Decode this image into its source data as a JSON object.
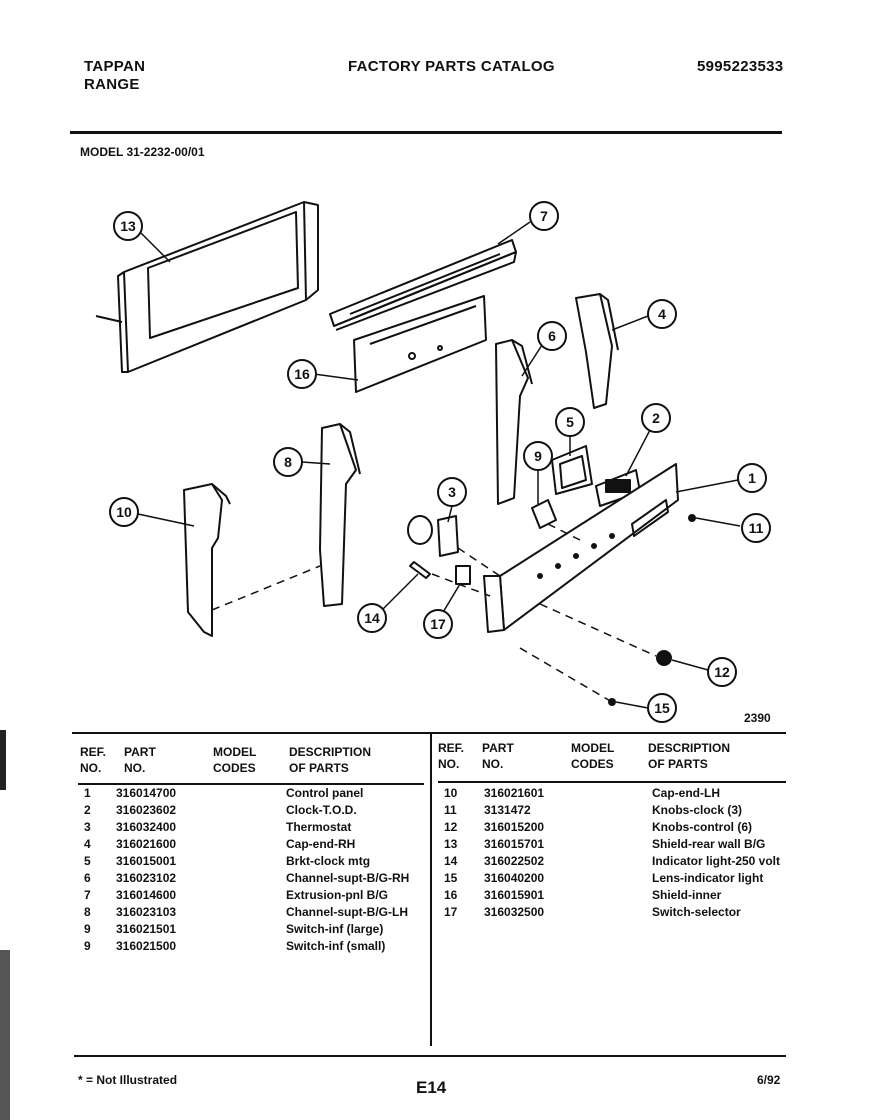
{
  "header": {
    "brand_line1": "TAPPAN",
    "brand_line2": "RANGE",
    "title": "FACTORY PARTS CATALOG",
    "catalog_number": "5995223533"
  },
  "model_line": "MODEL 31-2232-00/01",
  "diagram": {
    "figure_number": "2390",
    "callouts": [
      "1",
      "2",
      "3",
      "4",
      "5",
      "6",
      "7",
      "8",
      "9",
      "10",
      "11",
      "12",
      "13",
      "14",
      "15",
      "16",
      "17"
    ]
  },
  "parts_table": {
    "headers": {
      "ref_line1": "REF.",
      "ref_line2": "NO.",
      "part_line1": "PART",
      "part_line2": "NO.",
      "model_line1": "MODEL",
      "model_line2": "CODES",
      "desc_line1": "DESCRIPTION",
      "desc_line2": "OF PARTS"
    },
    "left": [
      {
        "ref": "1",
        "part": "316014700",
        "desc": "Control panel"
      },
      {
        "ref": "2",
        "part": "316023602",
        "desc": "Clock-T.O.D."
      },
      {
        "ref": "3",
        "part": "316032400",
        "desc": "Thermostat"
      },
      {
        "ref": "4",
        "part": "316021600",
        "desc": "Cap-end-RH"
      },
      {
        "ref": "5",
        "part": "316015001",
        "desc": "Brkt-clock mtg"
      },
      {
        "ref": "6",
        "part": "316023102",
        "desc": "Channel-supt-B/G-RH"
      },
      {
        "ref": "7",
        "part": "316014600",
        "desc": "Extrusion-pnl B/G"
      },
      {
        "ref": "8",
        "part": "316023103",
        "desc": "Channel-supt-B/G-LH"
      },
      {
        "ref": "9",
        "part": "316021501",
        "desc": "Switch-inf (large)"
      },
      {
        "ref": "9",
        "part": "316021500",
        "desc": "Switch-inf (small)"
      }
    ],
    "right": [
      {
        "ref": "10",
        "part": "316021601",
        "desc": "Cap-end-LH"
      },
      {
        "ref": "11",
        "part": "3131472",
        "desc": "Knobs-clock (3)"
      },
      {
        "ref": "12",
        "part": "316015200",
        "desc": "Knobs-control (6)"
      },
      {
        "ref": "13",
        "part": "316015701",
        "desc": "Shield-rear wall B/G"
      },
      {
        "ref": "14",
        "part": "316022502",
        "desc": "Indicator light-250 volt"
      },
      {
        "ref": "15",
        "part": "316040200",
        "desc": "Lens-indicator light"
      },
      {
        "ref": "16",
        "part": "316015901",
        "desc": "Shield-inner"
      },
      {
        "ref": "17",
        "part": "316032500",
        "desc": "Switch-selector"
      }
    ]
  },
  "footer": {
    "note": "* = Not Illustrated",
    "page": "E14",
    "date": "6/92"
  }
}
